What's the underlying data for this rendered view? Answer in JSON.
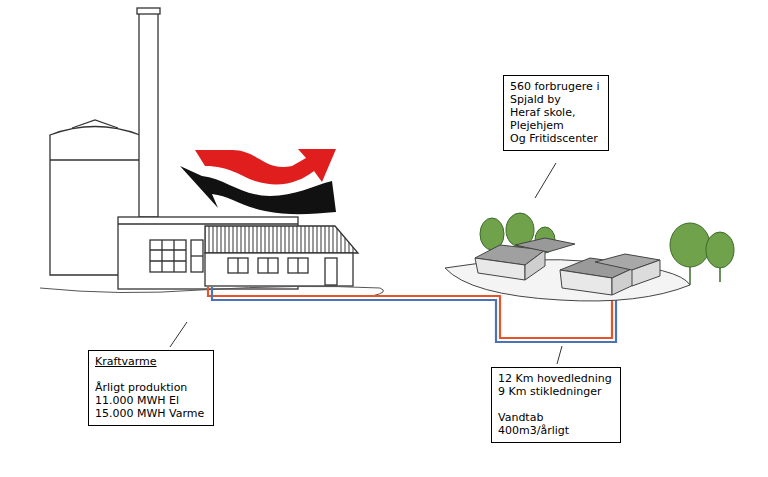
{
  "diagram": {
    "nodes": [
      {
        "text": [
          "560 forbrugere i",
          "Spjald by",
          "Heraf skole,",
          "Plejehjem",
          "Og Fritidscenter"
        ]
      },
      {
        "text": [
          "Kraftvarme",
          "Årligt produktion",
          "11.000 MWH El",
          "15.000 MWH Varme"
        ]
      },
      {
        "text": [
          "12 Km hovedledning",
          "9 Km stikledninger",
          "Vandtab",
          "400m3/årligt"
        ]
      }
    ]
  }
}
